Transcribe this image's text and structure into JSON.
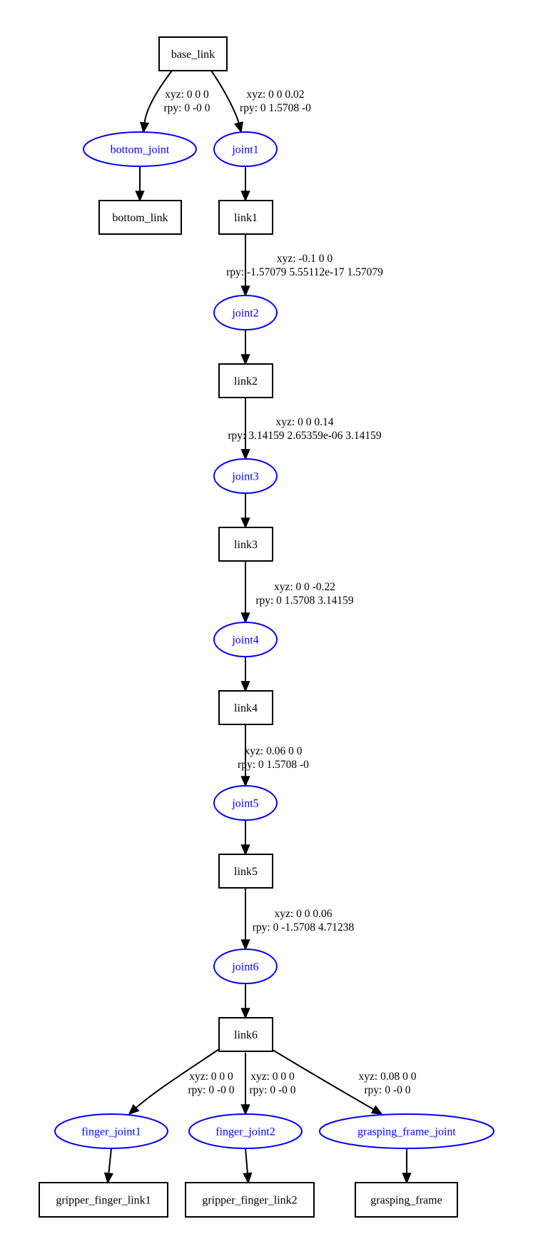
{
  "diagram": {
    "type": "urdf_kinematic_tree",
    "links": [
      {
        "id": "base_link",
        "label": "base_link"
      },
      {
        "id": "bottom_link",
        "label": "bottom_link"
      },
      {
        "id": "link1",
        "label": "link1"
      },
      {
        "id": "link2",
        "label": "link2"
      },
      {
        "id": "link3",
        "label": "link3"
      },
      {
        "id": "link4",
        "label": "link4"
      },
      {
        "id": "link5",
        "label": "link5"
      },
      {
        "id": "link6",
        "label": "link6"
      },
      {
        "id": "gripper_finger_link1",
        "label": "gripper_finger_link1"
      },
      {
        "id": "gripper_finger_link2",
        "label": "gripper_finger_link2"
      },
      {
        "id": "grasping_frame",
        "label": "grasping_frame"
      }
    ],
    "joints": [
      {
        "id": "bottom_joint",
        "label": "bottom_joint",
        "parent": "base_link",
        "child": "bottom_link",
        "xyz": "xyz: 0 0 0",
        "rpy": "rpy: 0 -0 0"
      },
      {
        "id": "joint1",
        "label": "joint1",
        "parent": "base_link",
        "child": "link1",
        "xyz": "xyz: 0 0 0.02",
        "rpy": "rpy: 0 1.5708 -0"
      },
      {
        "id": "joint2",
        "label": "joint2",
        "parent": "link1",
        "child": "link2",
        "xyz": "xyz: -0.1 0 0",
        "rpy": "rpy: -1.57079 5.55112e-17 1.57079"
      },
      {
        "id": "joint3",
        "label": "joint3",
        "parent": "link2",
        "child": "link3",
        "xyz": "xyz: 0 0 0.14",
        "rpy": "rpy: 3.14159 2.65359e-06 3.14159"
      },
      {
        "id": "joint4",
        "label": "joint4",
        "parent": "link3",
        "child": "link4",
        "xyz": "xyz: 0 0 -0.22",
        "rpy": "rpy: 0 1.5708 3.14159"
      },
      {
        "id": "joint5",
        "label": "joint5",
        "parent": "link4",
        "child": "link5",
        "xyz": "xyz: 0.06 0 0",
        "rpy": "rpy: 0 1.5708 -0"
      },
      {
        "id": "joint6",
        "label": "joint6",
        "parent": "link5",
        "child": "link6",
        "xyz": "xyz: 0 0 0.06",
        "rpy": "rpy: 0 -1.5708 4.71238"
      },
      {
        "id": "finger_joint1",
        "label": "finger_joint1",
        "parent": "link6",
        "child": "gripper_finger_link1",
        "xyz": "xyz: 0 0 0",
        "rpy": "rpy: 0 -0 0"
      },
      {
        "id": "finger_joint2",
        "label": "finger_joint2",
        "parent": "link6",
        "child": "gripper_finger_link2",
        "xyz": "xyz: 0 0 0",
        "rpy": "rpy: 0 -0 0"
      },
      {
        "id": "grasping_frame_joint",
        "label": "grasping_frame_joint",
        "parent": "link6",
        "child": "grasping_frame",
        "xyz": "xyz: 0.08 0 0",
        "rpy": "rpy: 0 -0 0"
      }
    ],
    "colors": {
      "link_stroke": "#000000",
      "joint_stroke": "#0000ff",
      "joint_text": "#0000ff",
      "edge": "#000000"
    }
  }
}
